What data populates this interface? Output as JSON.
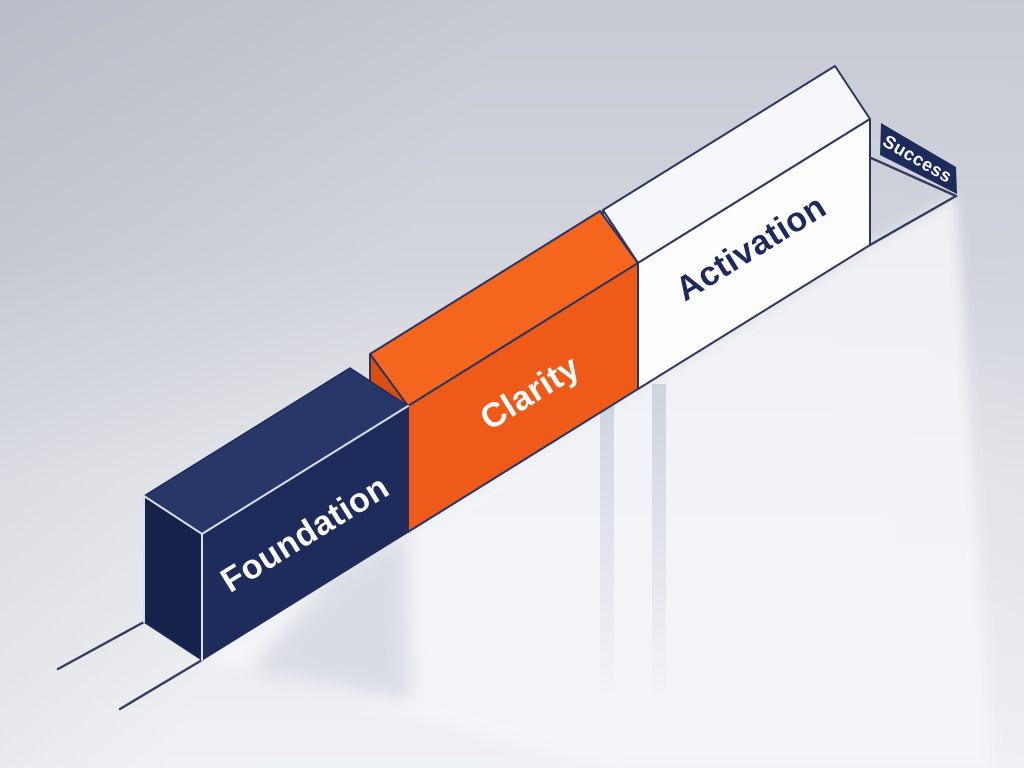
{
  "diagram": {
    "type": "isometric-process-steps",
    "steps": [
      {
        "id": "foundation",
        "label": "Foundation",
        "front_color": "#1e2c5c",
        "top_color": "#273767",
        "end_color": "#16224a",
        "label_color": "#ffffff"
      },
      {
        "id": "clarity",
        "label": "Clarity",
        "front_color": "#ee5a17",
        "top_color": "#f4661d",
        "end_color": "#da4e12",
        "label_color": "#ffffff"
      },
      {
        "id": "activation",
        "label": "Activation",
        "front_color": "#fdfdfe",
        "top_color": "#f6f7fa",
        "end_color": "#eceef3",
        "label_color": "#1d2a5c"
      }
    ],
    "goal": {
      "label": "Success",
      "panel_color": "#1d2a5c",
      "label_color": "#ffffff"
    }
  },
  "colors": {
    "bg_top": "#c7cad2",
    "bg_bottom": "#f0f1f4",
    "outline": "#2a3560",
    "track_line": "#343d5e",
    "edge_highlight": "#d9e0ef",
    "foundation_self_edge": "#1e2c5c",
    "wall_light": "#f5f6f9",
    "shadow": "#97a0b4"
  }
}
